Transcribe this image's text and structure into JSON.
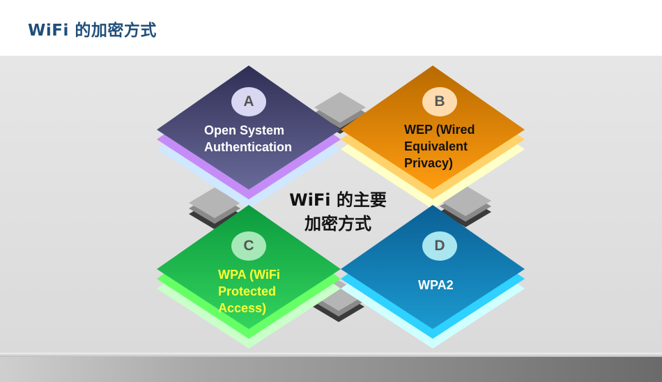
{
  "header": {
    "title": "WiFi 的加密方式"
  },
  "center": {
    "line1": "WiFi 的主要",
    "line2": "加密方式"
  },
  "quadrants": [
    {
      "letter": "A",
      "label_lines": [
        "Open System",
        "Authentication"
      ],
      "label_color": "#ffffff",
      "colors": {
        "top": "#3e3e6a",
        "layer1": "#c58cf7",
        "layer2": "#cfe7ff",
        "badge": "#d8d8f2"
      }
    },
    {
      "letter": "B",
      "label_lines": [
        "WEP (Wired",
        "Equivalent",
        "Privacy)"
      ],
      "label_color": "#111111",
      "colors": {
        "top": "#e08a00",
        "layer1": "#ffd36b",
        "layer2": "#ffffc8",
        "badge": "#ffdcb0"
      }
    },
    {
      "letter": "C",
      "label_lines": [
        "WPA (WiFi",
        "Protected",
        "Access)"
      ],
      "label_color": "#ffff33",
      "colors": {
        "top": "#16b14a",
        "layer1": "#66ff66",
        "layer2": "#c9ffc9",
        "badge": "#a6e8b8"
      }
    },
    {
      "letter": "D",
      "label_lines": [
        "WPA2"
      ],
      "label_color": "#ffffff",
      "colors": {
        "top": "#0d7bb0",
        "layer1": "#2ed1ff",
        "layer2": "#d0ffff",
        "badge": "#a9e6ef"
      }
    }
  ]
}
